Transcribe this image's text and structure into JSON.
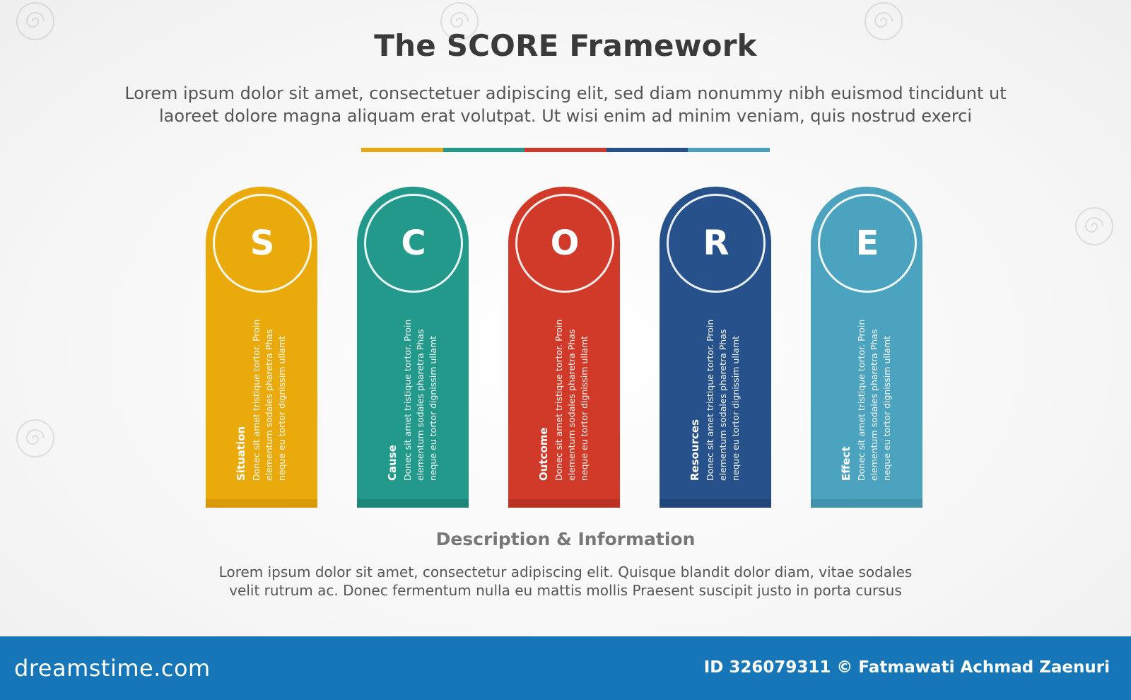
{
  "header": {
    "title": "The SCORE Framework",
    "subtitle_line1": "Lorem ipsum dolor sit amet, consectetuer adipiscing elit, sed diam nonummy nibh euismod tincidunt ut",
    "subtitle_line2": "laoreet dolore magna aliquam erat volutpat. Ut wisi enim ad minim veniam, quis nostrud exerci"
  },
  "color_line": [
    "#e8a90e",
    "#23998a",
    "#d03a2a",
    "#25518a",
    "#4a9fbb"
  ],
  "cards": [
    {
      "letter": "S",
      "label": "Situation",
      "desc": "Donec sit amet tristique tortor. Proin elementum sodales pharetra Phas neque eu tortor dignissim ullamt",
      "color": "#ebaa0c",
      "band": "#d89a09"
    },
    {
      "letter": "C",
      "label": "Cause",
      "desc": "Donec sit amet tristique tortor. Proin elementum sodales pharetra Phas neque eu tortor dignissim ullamt",
      "color": "#22998a",
      "band": "#1c8679"
    },
    {
      "letter": "O",
      "label": "Outcome",
      "desc": "Donec sit amet tristique tortor. Proin elementum sodales pharetra Phas neque eu tortor dignissim ullamt",
      "color": "#d13a28",
      "band": "#bc3222"
    },
    {
      "letter": "R",
      "label": "Resources",
      "desc": "Donec sit amet tristique tortor. Proin elementum sodales pharetra Phas neque eu tortor dignissim ullamt",
      "color": "#27518a",
      "band": "#20457a"
    },
    {
      "letter": "E",
      "label": "Effect",
      "desc": "Donec sit amet tristique tortor. Proin elementum sodales pharetra Phas neque eu tortor dignissim ullamt",
      "color": "#4ca3bf",
      "band": "#4393ad"
    }
  ],
  "description": {
    "title": "Description & Information",
    "line1": "Lorem ipsum dolor sit amet, consectetur adipiscing elit. Quisque blandit dolor diam, vitae sodales",
    "line2": "velit rutrum ac. Donec fermentum nulla eu mattis mollis Praesent suscipit justo in porta cursus"
  },
  "footer": {
    "brand": "dreamstime.com",
    "credit": "ID 326079311 © Fatmawati  Achmad Zaenuri",
    "color": "#1776b8"
  }
}
